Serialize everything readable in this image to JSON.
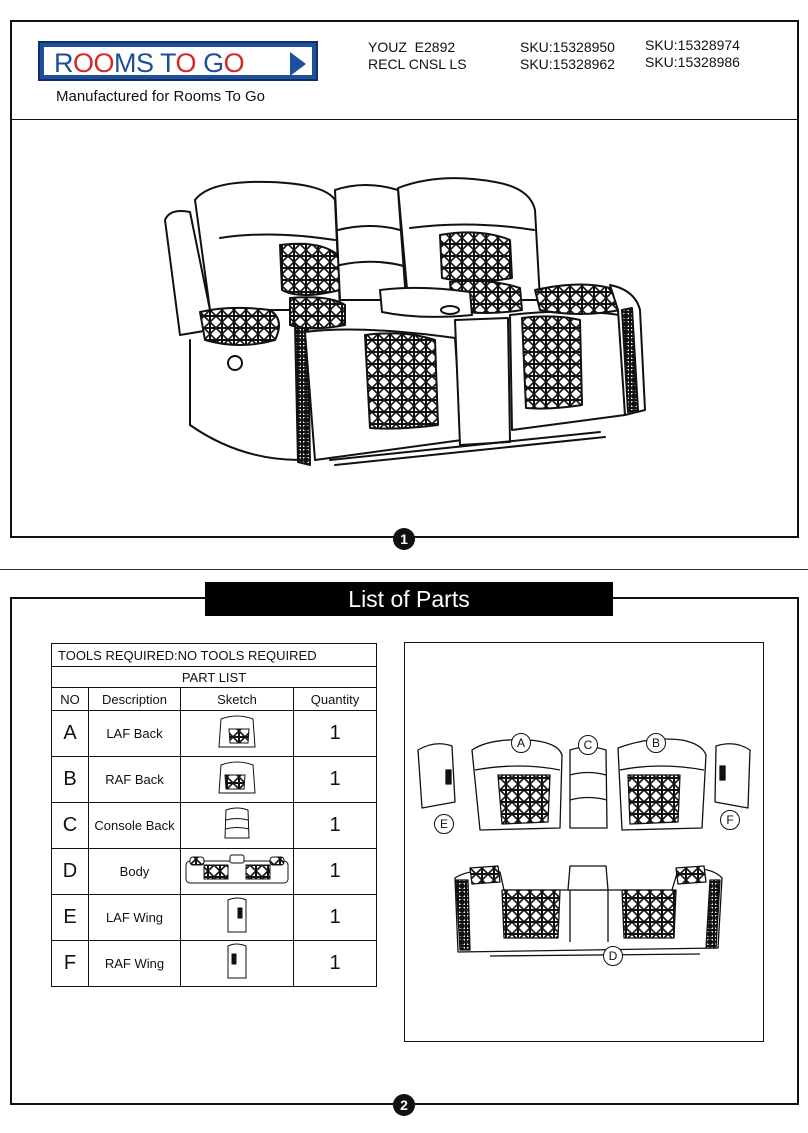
{
  "header": {
    "logo_text": "ROOMS TO GO",
    "manufacturer": "Manufactured for Rooms To Go",
    "model_line1": "YOUZ  E2892",
    "model_line2": "RECL CNSL LS",
    "sku_col1": [
      "SKU:15328950",
      "SKU:15328962"
    ],
    "sku_col2": [
      "SKU:15328974",
      "SKU:15328986"
    ]
  },
  "step_markers": [
    "1",
    "2"
  ],
  "banner_title": "List of Parts",
  "parts_table": {
    "tools": "TOOLS REQUIRED:NO TOOLS REQUIRED",
    "subtitle": "PART LIST",
    "headers": [
      "NO",
      "Description",
      "Sketch",
      "Quantity"
    ],
    "rows": [
      {
        "no": "A",
        "description": "LAF Back",
        "sketch": "laf-back-sketch",
        "quantity": "1"
      },
      {
        "no": "B",
        "description": "RAF Back",
        "sketch": "raf-back-sketch",
        "quantity": "1"
      },
      {
        "no": "C",
        "description": "Console Back",
        "sketch": "console-back-sketch",
        "quantity": "1"
      },
      {
        "no": "D",
        "description": "Body",
        "sketch": "body-sketch",
        "quantity": "1"
      },
      {
        "no": "E",
        "description": "LAF Wing",
        "sketch": "laf-wing-sketch",
        "quantity": "1"
      },
      {
        "no": "F",
        "description": "RAF Wing",
        "sketch": "raf-wing-sketch",
        "quantity": "1"
      }
    ]
  },
  "exploded_callouts": [
    "A",
    "B",
    "C",
    "D",
    "E",
    "F"
  ],
  "colors": {
    "logo_blue": "#1e4f9a",
    "logo_red": "#d42a2a",
    "ink": "#111111"
  }
}
